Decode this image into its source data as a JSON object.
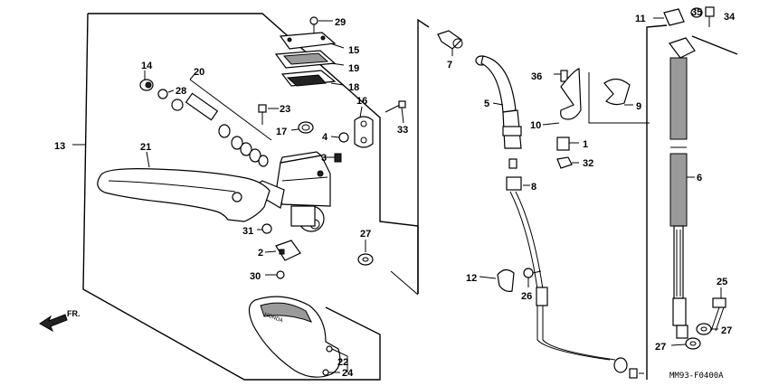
{
  "labels": {
    "p1": "1",
    "p2": "2",
    "p3": "3",
    "p4": "4",
    "p5": "5",
    "p6": "6",
    "p7": "7",
    "p8": "8",
    "p9": "9",
    "p10": "10",
    "p11": "11",
    "p12": "12",
    "p13": "13",
    "p14": "14",
    "p15": "15",
    "p16": "16",
    "p17": "17",
    "p18": "18",
    "p19": "19",
    "p20": "20",
    "p21": "21",
    "p22": "22",
    "p23": "23",
    "p24": "24",
    "p25": "25",
    "p26": "26",
    "p27a": "27",
    "p27b": "27",
    "p27c": "27",
    "p28": "28",
    "p29": "29",
    "p30": "30",
    "p31": "31",
    "p32": "32",
    "p33": "33",
    "p34": "34",
    "p35": "35",
    "p36": "36"
  },
  "direction_label": "FR.",
  "drawing_code": "MM93-F0400A",
  "guard_text": "HONDA"
}
